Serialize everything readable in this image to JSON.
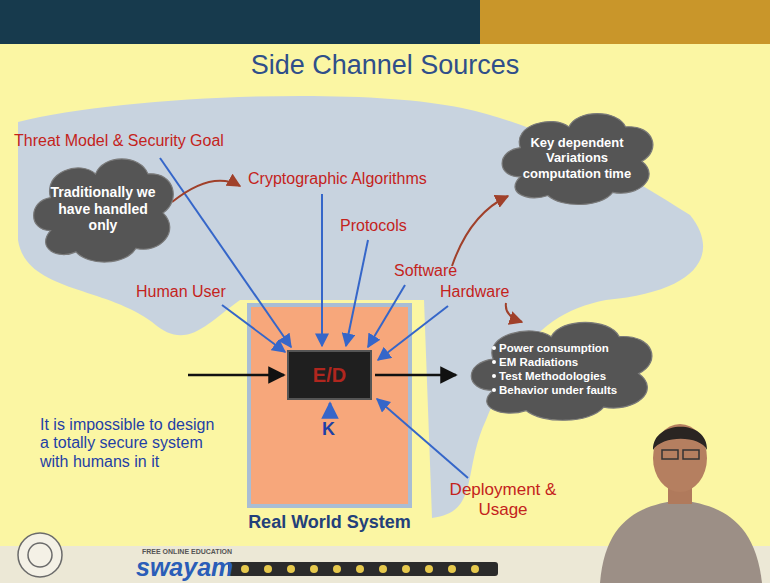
{
  "diagram": {
    "title": "Side Channel Sources",
    "nodes": [
      {
        "text": [
          "Traditionally we have handled only"
        ]
      },
      {
        "text": [
          "Key dependent Variations computation time"
        ]
      },
      {
        "text": [
          "Real World System"
        ]
      },
      {
        "text": [
          "E/D"
        ],
        "in": 2
      },
      {
        "text": [
          "Power consumption",
          "EM Radiations",
          "Test Methodologies",
          "Behavior under faults"
        ]
      }
    ],
    "labels": [
      "Threat Model & Security Goal",
      "Cryptographic Algorithms",
      "Protocols",
      "Software",
      "Human User",
      "Hardware",
      "K",
      "It is impossible to design a totally secure system with humans in it",
      "Deployment & Usage",
      "FREE ONLINE EDUCATION",
      "swayam"
    ]
  }
}
